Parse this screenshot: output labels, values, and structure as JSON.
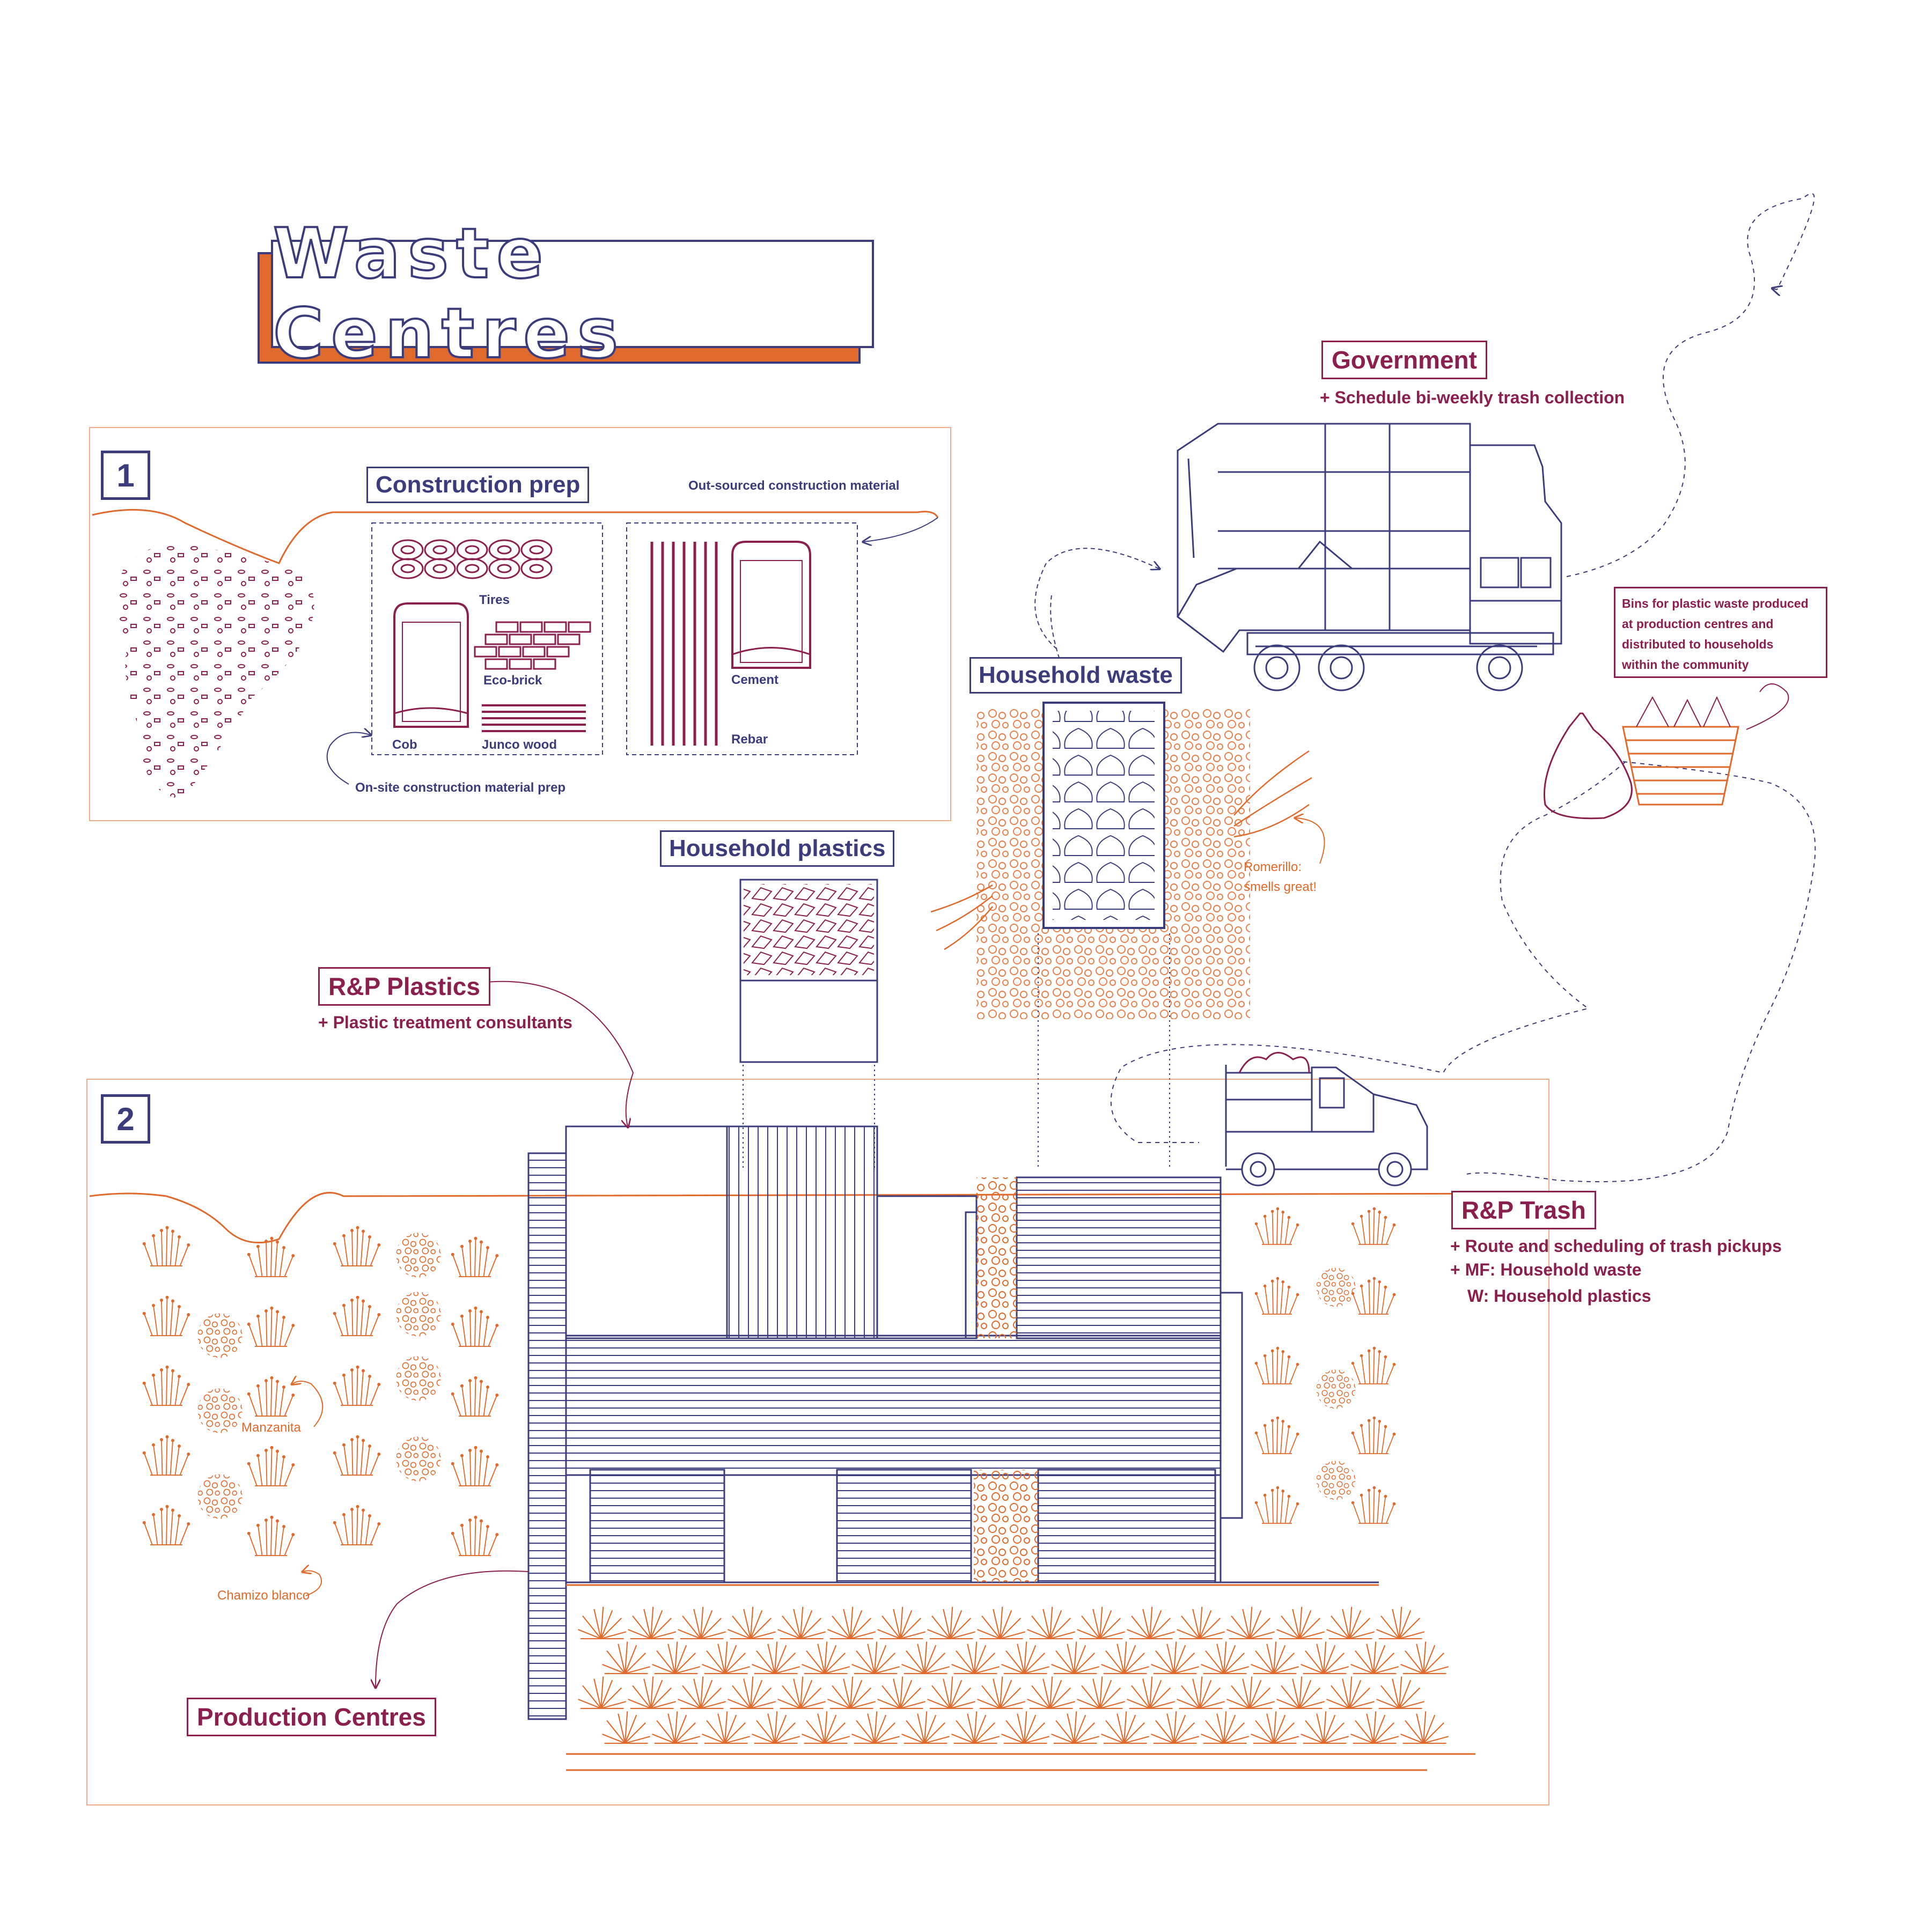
{
  "title": "Waste Centres",
  "section1": {
    "number": "1",
    "heading": "Construction prep",
    "outsourced_note": "Out-sourced construction material",
    "onsite_note": "On-site construction material prep",
    "materials": {
      "tires": "Tires",
      "eco_brick": "Eco-brick",
      "cob": "Cob",
      "junco_wood": "Junco wood",
      "cement": "Cement",
      "rebar": "Rebar"
    }
  },
  "section2": {
    "number": "2",
    "production_centres": "Production Centres",
    "manzanita": "Manzanita",
    "chamizo": "Chamizo blanco"
  },
  "government": {
    "label": "Government",
    "note": "+ Schedule bi-weekly trash collection"
  },
  "household_waste": {
    "label": "Household waste",
    "romerillo_line1": "Romerillo:",
    "romerillo_line2": "smells great!"
  },
  "household_plastics": {
    "label": "Household plastics"
  },
  "rp_plastics": {
    "label": "R&P Plastics",
    "note": "+ Plastic treatment consultants"
  },
  "rp_trash": {
    "label": "R&P Trash",
    "note1": "+ Route and scheduling of trash pickups",
    "note2": "+ MF: Household waste",
    "note3": "W: Household plastics"
  },
  "bins": {
    "line1": "Bins for plastic waste produced",
    "line2": "at production centres and",
    "line3": "distributed to households",
    "line4": "within the community"
  },
  "colors": {
    "navy": "#3b3c7c",
    "maroon": "#8b1f4e",
    "orange": "#e06a2b"
  }
}
